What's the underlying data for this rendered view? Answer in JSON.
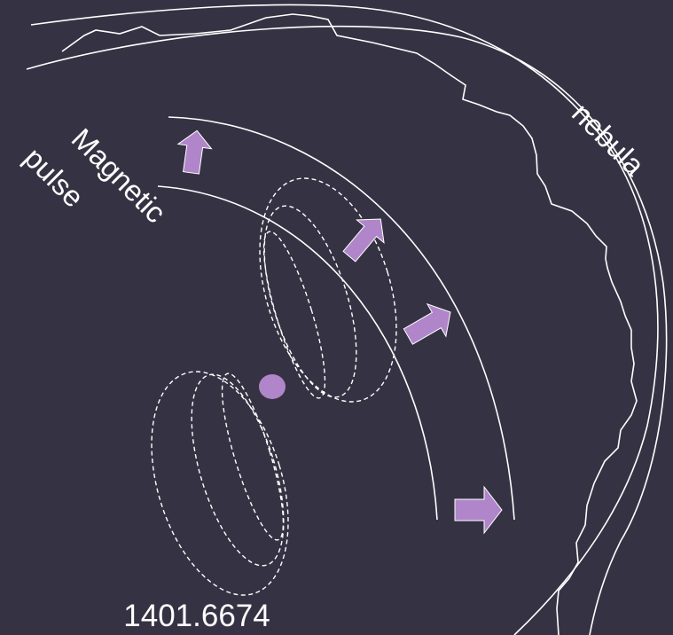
{
  "labels": {
    "nebula": "nebula",
    "magnetic": "Magnetic",
    "pulse": "pulse",
    "identifier": "1401.6674"
  },
  "colors": {
    "background": "#353343",
    "line": "#ffffff",
    "arrow_fill": "#b085c9",
    "pulsar_fill": "#b085c9"
  }
}
